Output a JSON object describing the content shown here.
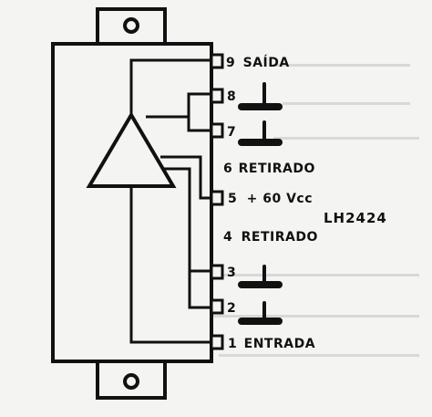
{
  "diagram": {
    "part_number": "LH2424",
    "pins": [
      {
        "number": "9",
        "label": "SAÍDA"
      },
      {
        "number": "8",
        "label": ""
      },
      {
        "number": "7",
        "label": ""
      },
      {
        "number": "6",
        "label": "RETIRADO"
      },
      {
        "number": "5",
        "label": "+ 60 Vcc"
      },
      {
        "number": "4",
        "label": "RETIRADO"
      },
      {
        "number": "3",
        "label": ""
      },
      {
        "number": "2",
        "label": ""
      },
      {
        "number": "1",
        "label": "ENTRADA"
      }
    ],
    "colors": {
      "ink": "#111111",
      "paper": "#f4f4f2",
      "bleed": "#d2d2cf"
    }
  }
}
